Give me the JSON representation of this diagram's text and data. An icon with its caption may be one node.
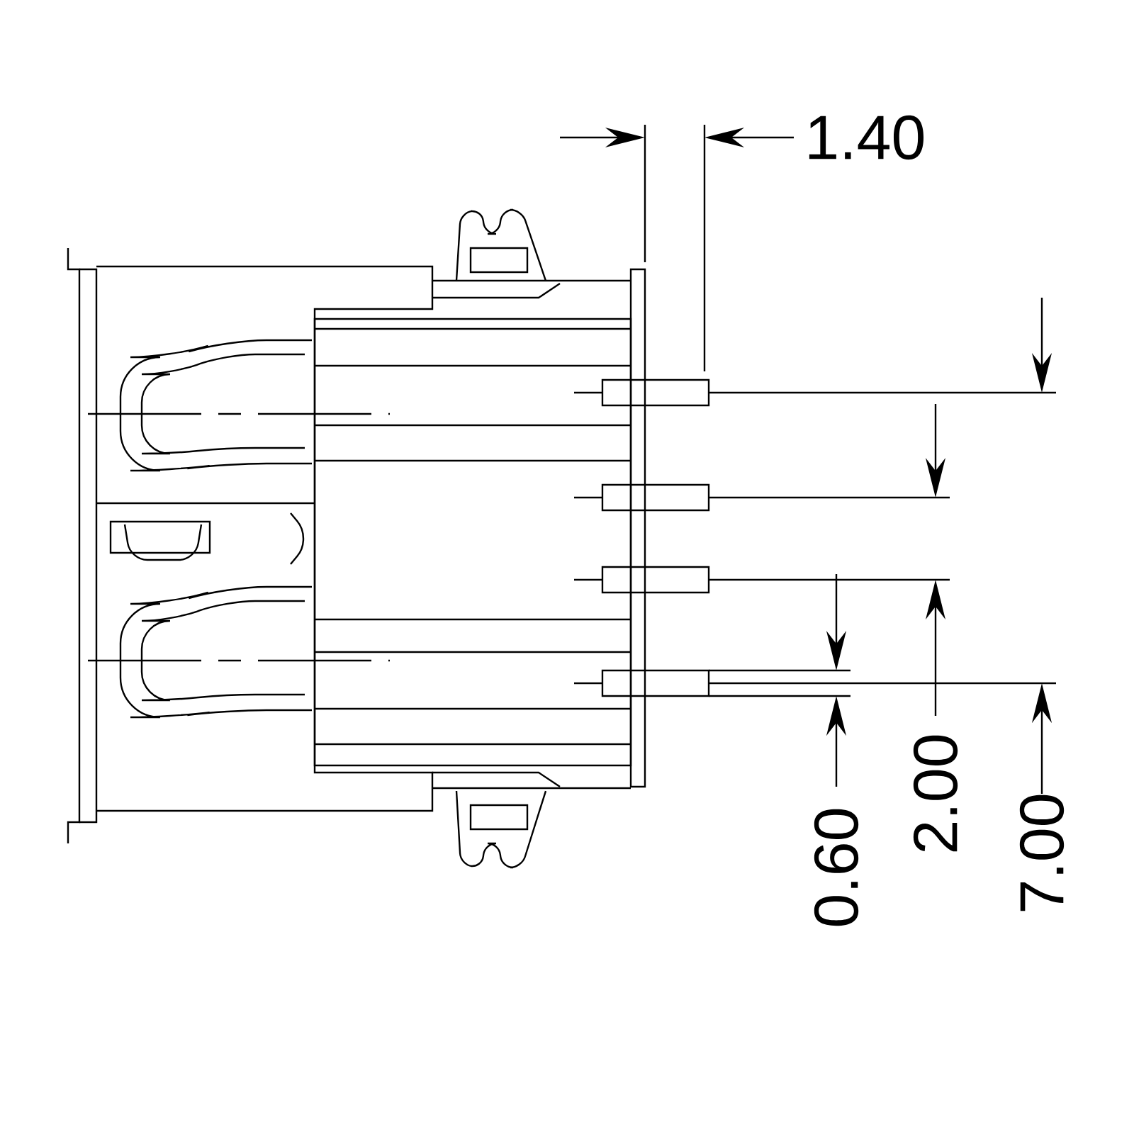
{
  "diagram": {
    "labels": [
      "1.40",
      "0.60",
      "2.00",
      "7.00"
    ]
  }
}
